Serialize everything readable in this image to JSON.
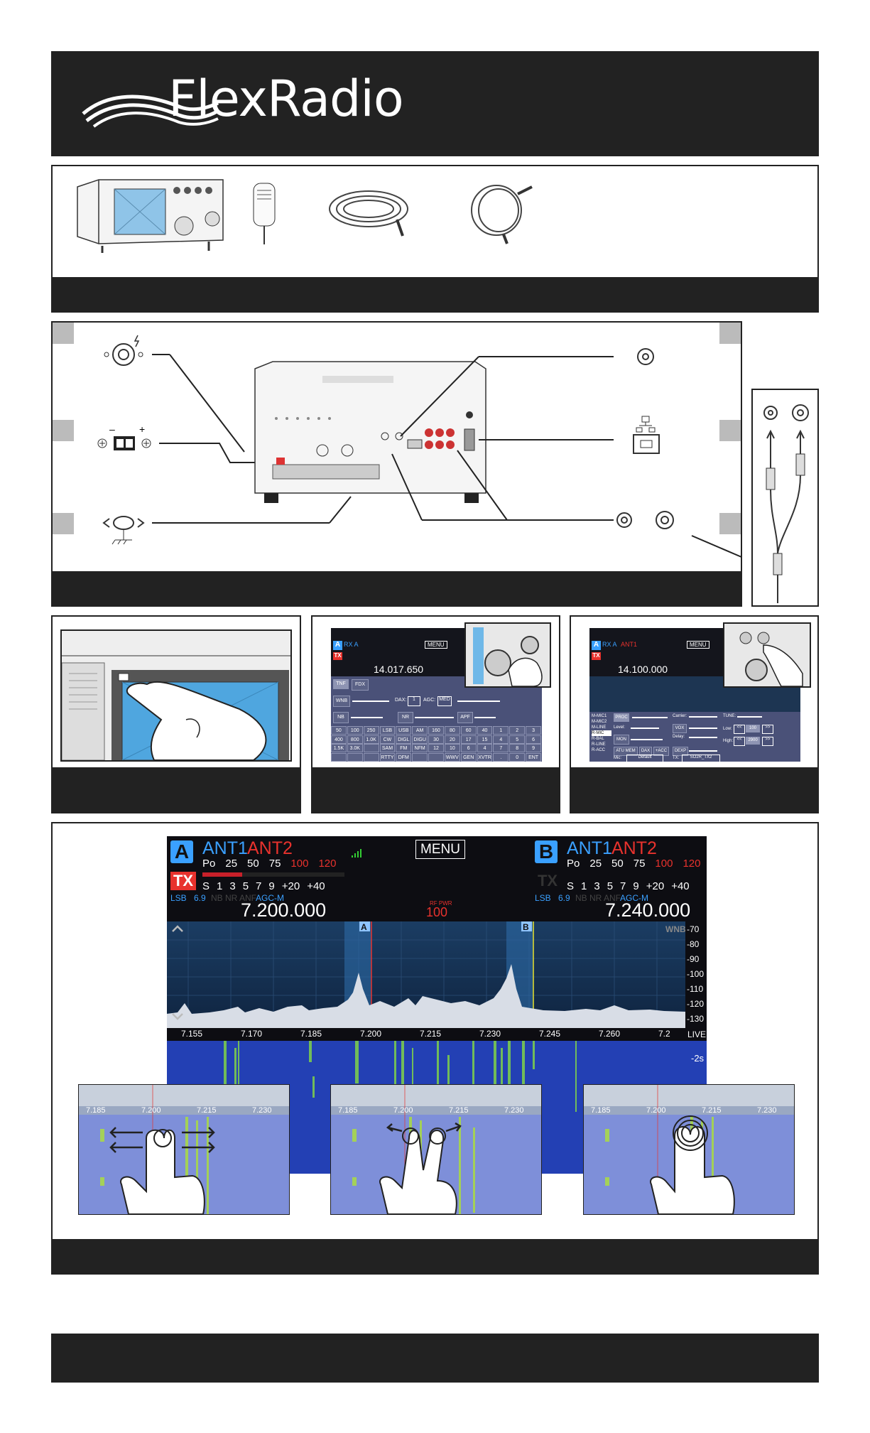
{
  "brand": {
    "name": "FlexRadio",
    "text_color": "#ffffff",
    "bg_color": "#222222"
  },
  "display": {
    "slice_a": {
      "letter": "A",
      "ant_rx": "ANT1",
      "ant_tx": "ANT2",
      "po_scale": [
        "Po",
        "25",
        "50",
        "75",
        "100",
        "120"
      ],
      "s_scale": [
        "S",
        "1",
        "3",
        "5",
        "7",
        "9",
        "+20",
        "+40"
      ],
      "mode": "LSB",
      "filter": "6.9",
      "flags": "NB NR ANF",
      "agc": "AGC-M",
      "frequency": "7.200.000",
      "tx_badge": "TX"
    },
    "slice_b": {
      "letter": "B",
      "ant_rx": "ANT1",
      "ant_tx": "ANT2",
      "po_scale": [
        "Po",
        "25",
        "50",
        "75",
        "100",
        "120"
      ],
      "s_scale": [
        "S",
        "1",
        "3",
        "5",
        "7",
        "9",
        "+20",
        "+40"
      ],
      "mode": "LSB",
      "filter": "6.9",
      "flags": "NB NR ANF",
      "agc": "AGC-M",
      "frequency": "7.240.000",
      "tx_badge": "TX"
    },
    "menu_label": "MENU",
    "rf_power_label": "RF PWR",
    "rf_power_value": "100",
    "wnb_label": "WNB",
    "live_label": "LIVE",
    "waterfall_time": "-2s",
    "dbm_scale": [
      "-70",
      "-80",
      "-90",
      "-100",
      "-110",
      "-120",
      "-130"
    ],
    "freq_scale": [
      "7.155",
      "7.170",
      "7.185",
      "7.200",
      "7.215",
      "7.230",
      "7.245",
      "7.260",
      "7.2"
    ],
    "zoom_scale": [
      "7.185",
      "7.200",
      "7.215",
      "7.230"
    ]
  },
  "panel1": {
    "tnf": "TNF",
    "fdx": "FDX",
    "wnb": "WNB",
    "dax": "DAX:",
    "dax_val": "1",
    "agc": "AGC:",
    "agc_val": "MED",
    "nb": "NB",
    "nr": "NR",
    "apf": "APF",
    "menu": "MENU",
    "rx": "RX A",
    "freq": "14.017.650",
    "grid": [
      [
        "50",
        "100",
        "250",
        "LSB",
        "USB",
        "AM",
        "160",
        "80",
        "60",
        "40",
        "1",
        "2",
        "3"
      ],
      [
        "400",
        "800",
        "1.0K",
        "CW",
        "DIGL",
        "DIGU",
        "30",
        "20",
        "17",
        "15",
        "4",
        "5",
        "6"
      ],
      [
        "1.5K",
        "3.0K",
        "",
        "SAM",
        "FM",
        "NFM",
        "12",
        "10",
        "6",
        "4",
        "7",
        "8",
        "9"
      ],
      [
        "",
        "",
        "",
        "RTTY",
        "DFM",
        "",
        "",
        "WWV",
        "GEN",
        "XVTR",
        ".",
        "0",
        "ENT"
      ]
    ]
  },
  "panel2": {
    "menu": "MENU",
    "rx": "RX A",
    "ant": "ANT1",
    "freq": "14.100.000",
    "mic_list": [
      "M-MIC1",
      "M-MIC2",
      "M-LINE",
      "R-MIC",
      "R-BAL",
      "R-LINE",
      "R-ACC"
    ],
    "proc": "PROC",
    "level": "Level:",
    "mon": "MON",
    "carrier": "Carrier:",
    "vox": "VOX",
    "delay": "Delay:",
    "tune": "TUNE:",
    "low": "Low:",
    "low_val": "100",
    "high": "High:",
    "high_val": "2900",
    "atu": "ATU MEM",
    "dax": "DAX",
    "acc": "+ACC",
    "dexp": "DEXP",
    "mic": "Mic:",
    "mic_val": "Default",
    "tx": "TX:",
    "tx_val": "SO2R_TX2",
    "prev": "<<",
    "next": ">>"
  },
  "colors": {
    "dark": "#222222",
    "screen_bg": "#0d0d12",
    "accent_blue": "#3aa0ff",
    "accent_red": "#e8322d",
    "screen_blue": "#6fb8e8",
    "panadapter": "#16304f",
    "waterfall": "#2340b4"
  }
}
